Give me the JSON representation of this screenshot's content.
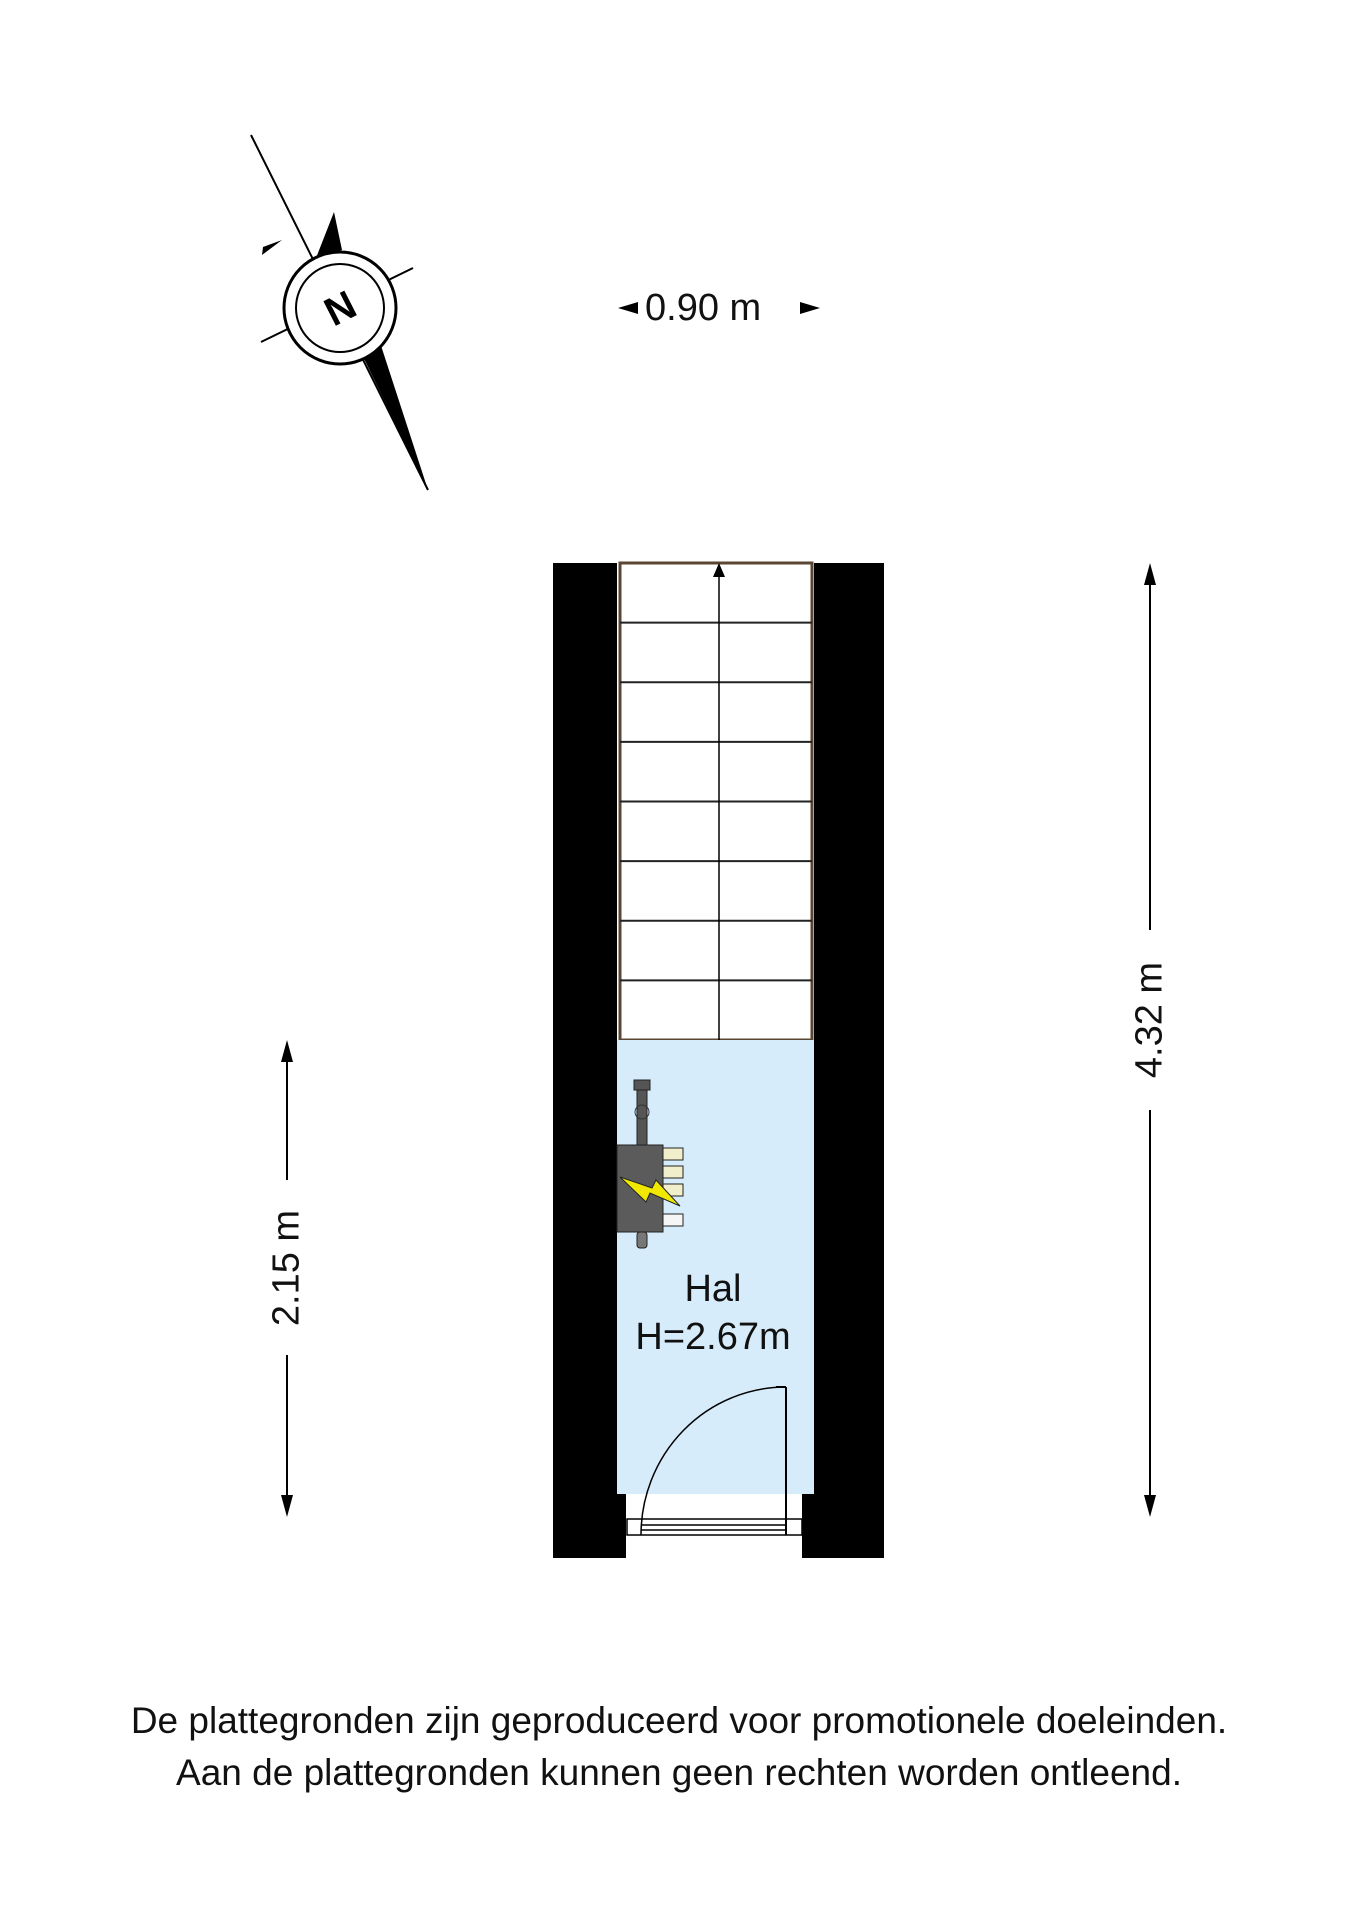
{
  "compass": {
    "label": "N"
  },
  "dimensions": {
    "width_top": "0.90 m",
    "length_right": "4.32 m",
    "length_left": "2.15 m"
  },
  "room": {
    "name": "Hal",
    "height": "H=2.67m",
    "fill_color": "#d6ecfb"
  },
  "disclaimer": {
    "line1": "De plattegronden zijn geproduceerd voor promotionele doeleinden.",
    "line2": "Aan de plattegronden kunnen geen rechten worden ontleend."
  }
}
